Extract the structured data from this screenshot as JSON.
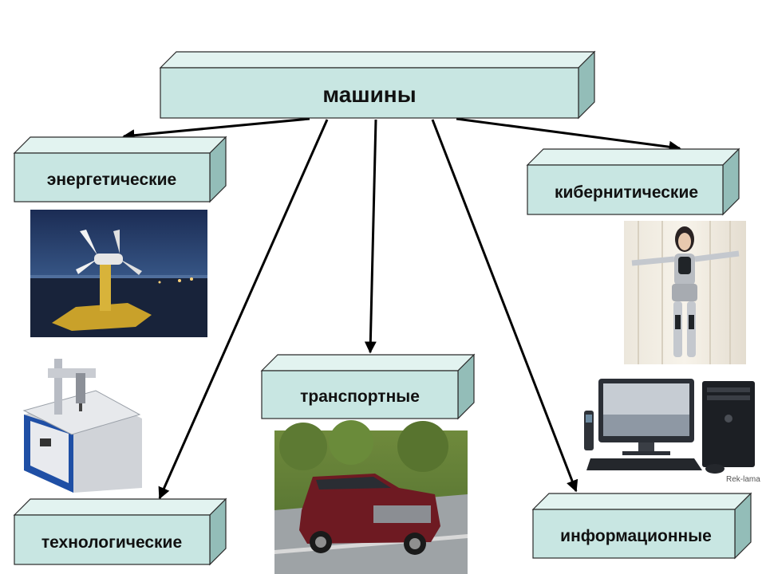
{
  "root": {
    "label": "машины"
  },
  "categories": [
    {
      "id": "energy",
      "label": "энергетические",
      "image": "tidal-turbine-image"
    },
    {
      "id": "cyber",
      "label": "кибернитические",
      "image": "humanoid-robot-image"
    },
    {
      "id": "transport",
      "label": "транспортные",
      "image": "suv-car-image"
    },
    {
      "id": "tech",
      "label": "технологические",
      "image": "cnc-machine-image"
    },
    {
      "id": "info",
      "label": "информационные",
      "image": "desktop-computer-image"
    }
  ],
  "watermark": "Rek-lama",
  "colors": {
    "box_face": "#c8e6e2",
    "box_top": "#e2f3f0",
    "box_side": "#93bdb8",
    "arrow": "#000000"
  }
}
